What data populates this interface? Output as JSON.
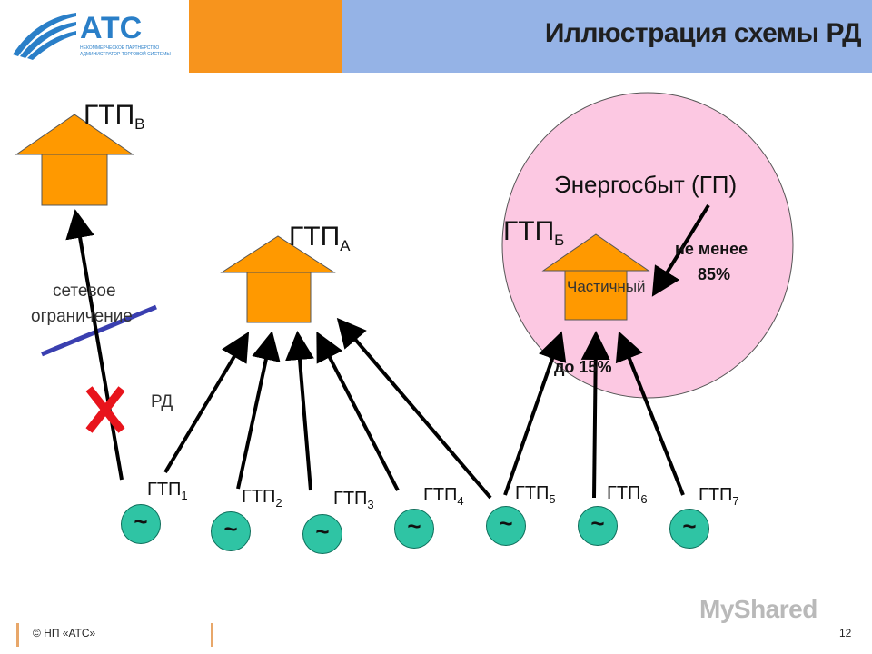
{
  "header": {
    "title": "Иллюстрация схемы РД",
    "logo_text": "АТС",
    "logo_subtitle": "НЕКОММЕРЧЕСКОЕ ПАРТНЕРСТВО АДМИНИСТРАТОР ТОРГОВОЙ СИСТЕМЫ"
  },
  "diagram": {
    "gtp_v": {
      "base": "ГТП",
      "sub": "В"
    },
    "gtp_a": {
      "base": "ГТП",
      "sub": "А"
    },
    "gtp_b": {
      "base": "ГТП",
      "sub": "Б"
    },
    "energosbyt": "Энергосбыт (ГП)",
    "partial": "Частичный",
    "not_less_line1": "не менее",
    "not_less_line2": "85%",
    "up_to": "до 15%",
    "grid_limit_line1": "сетевое",
    "grid_limit_line2": "ограничение",
    "rd": "РД",
    "generators": [
      {
        "base": "ГТП",
        "sub": "1",
        "symbol": "~"
      },
      {
        "base": "ГТП",
        "sub": "2",
        "symbol": "~"
      },
      {
        "base": "ГТП",
        "sub": "3",
        "symbol": "~"
      },
      {
        "base": "ГТП",
        "sub": "4",
        "symbol": "~"
      },
      {
        "base": "ГТП",
        "sub": "5",
        "symbol": "~"
      },
      {
        "base": "ГТП",
        "sub": "6",
        "symbol": "~"
      },
      {
        "base": "ГТП",
        "sub": "7",
        "symbol": "~"
      }
    ]
  },
  "footer": {
    "copyright": "© НП «АТС»",
    "page_number": "12",
    "watermark": "MyShared"
  },
  "colors": {
    "header_blue": "#95b3e6",
    "header_orange": "#f7941d",
    "house_fill": "#ff9900",
    "circle_fill": "#fcc8e2",
    "generator_fill": "#2fc4a4",
    "constraint_line": "#3a3fb0",
    "cross_red": "#e8141c"
  }
}
